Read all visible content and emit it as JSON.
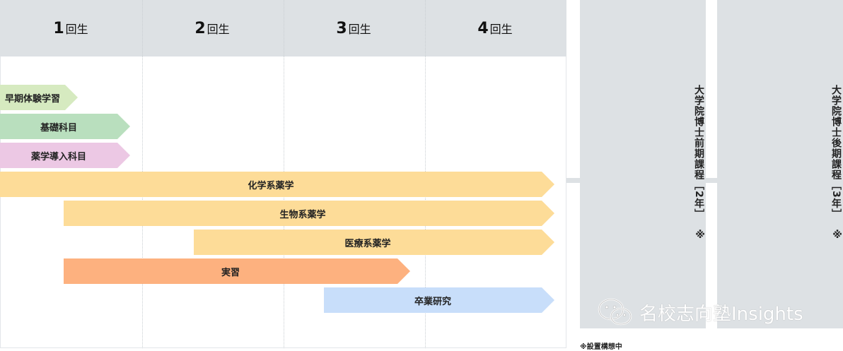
{
  "header": {
    "years": [
      {
        "num": "1",
        "suffix": "回生"
      },
      {
        "num": "2",
        "suffix": "回生"
      },
      {
        "num": "3",
        "suffix": "回生"
      },
      {
        "num": "4",
        "suffix": "回生"
      }
    ]
  },
  "bars": [
    {
      "label": "早期体験学習",
      "color": "#d6eac0",
      "start": 0.0,
      "end": 0.55
    },
    {
      "label": "基礎科目",
      "color": "#b9dfbe",
      "start": 0.0,
      "end": 0.92
    },
    {
      "label": "薬学導入科目",
      "color": "#ecc8e4",
      "start": 0.0,
      "end": 0.92
    },
    {
      "label": "化学系薬学",
      "color": "#fddc98",
      "start": 0.0,
      "end": 3.92
    },
    {
      "label": "生物系薬学",
      "color": "#fddc98",
      "start": 0.45,
      "end": 3.92
    },
    {
      "label": "医療系薬学",
      "color": "#fddc98",
      "start": 1.37,
      "end": 3.92
    },
    {
      "label": "実習",
      "color": "#fdb17f",
      "start": 0.45,
      "end": 2.9
    },
    {
      "label": "卒業研究",
      "color": "#c8defa",
      "start": 2.29,
      "end": 3.92
    }
  ],
  "graduate": [
    {
      "text": "大学院博士前期課程",
      "duration": "［2年］",
      "mark": "※"
    },
    {
      "text": "大学院博士後期課程",
      "duration": "［3年］",
      "mark": "※"
    }
  ],
  "note": "※設置構想中",
  "watermark": "名校志向塾Insights"
}
